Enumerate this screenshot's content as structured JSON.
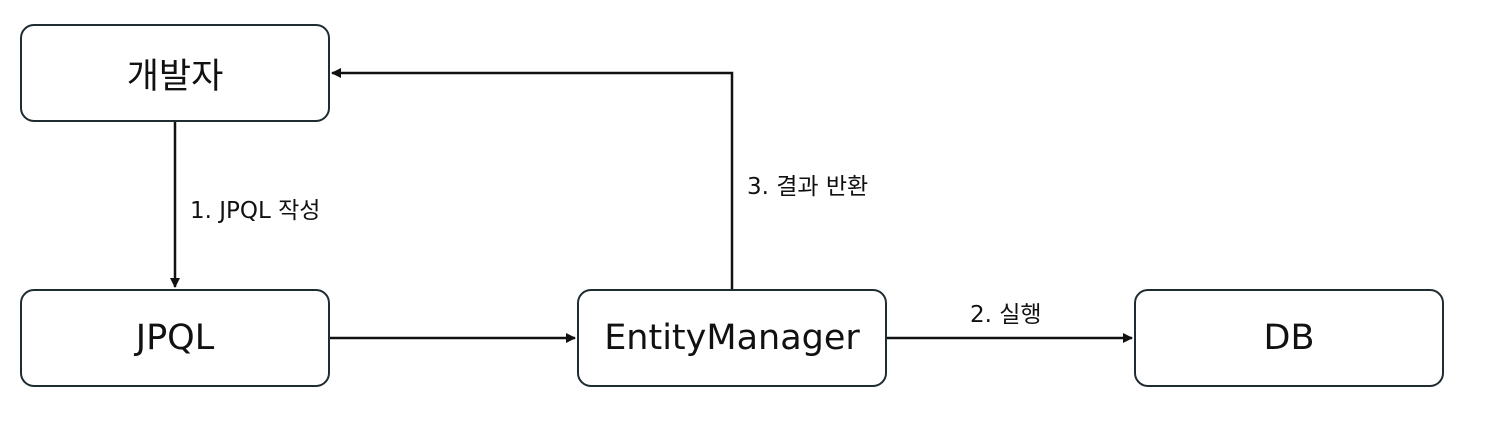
{
  "nodes": {
    "developer": "개발자",
    "jpql": "JPQL",
    "entity_manager": "EntityManager",
    "db": "DB"
  },
  "edges": {
    "write_jpql": "1. JPQL 작성",
    "execute": "2. 실행",
    "return_result": "3. 결과 반환"
  },
  "colors": {
    "box_border": "#1f2d33",
    "line": "#111111",
    "text": "#111111"
  }
}
